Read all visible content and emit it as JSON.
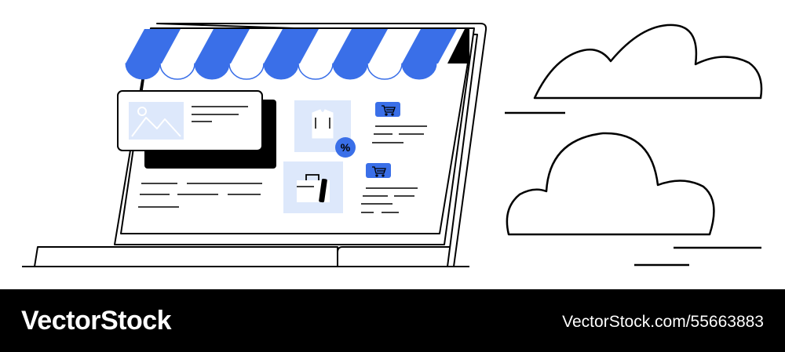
{
  "illustration": {
    "subject": "online-shop-laptop-with-clouds",
    "colors": {
      "accent": "#3a6fe8",
      "tint": "#dde8fb",
      "ink": "#000000",
      "paper": "#ffffff"
    },
    "icons": [
      "awning",
      "image-placeholder-icon",
      "shirt-icon",
      "percent-badge-icon",
      "briefcase-icon",
      "cart-icon",
      "cloud-icon"
    ],
    "discount_badge": "%"
  },
  "footer": {
    "brand": "VectorStock",
    "url": "VectorStock.com/55663883"
  }
}
